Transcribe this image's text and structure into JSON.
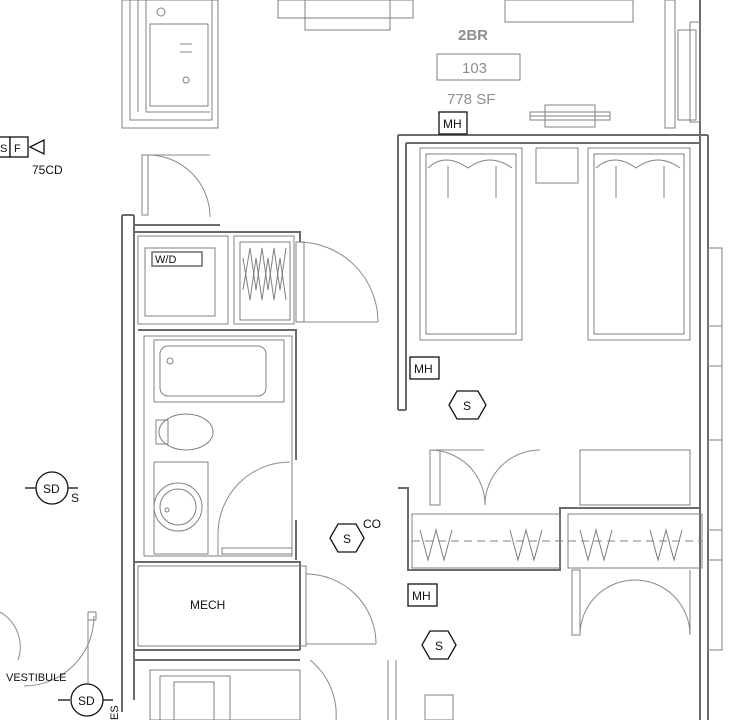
{
  "unit": {
    "type": "2BR",
    "number": "103",
    "area": "778 SF"
  },
  "rooms": {
    "washer_dryer": "W/D",
    "mech": "MECH",
    "vestibule": "VESTIBULE"
  },
  "symbols": {
    "mh": "MH",
    "smoke": "S",
    "co": "CO",
    "sd": "SD",
    "sd_suffix": "S",
    "sf_box_s": "S",
    "sf_box_f": "F",
    "cd": "75CD",
    "es": "ES"
  },
  "colors": {
    "walls": "#6b6b6b",
    "labels": "#8e8e8e",
    "symbols": "#111111"
  }
}
